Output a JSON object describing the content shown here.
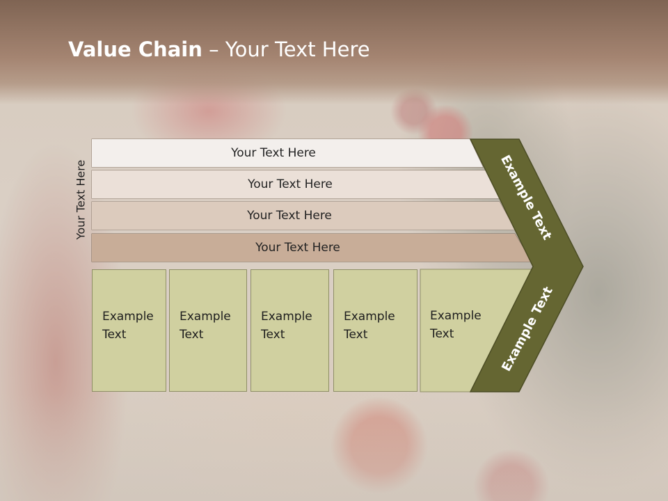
{
  "slide": {
    "title_bold": "Value Chain",
    "title_rest": " – Your Text Here",
    "side_label": "Your Text Here",
    "rows": [
      {
        "label": "Your Text Here"
      },
      {
        "label": "Your Text Here"
      },
      {
        "label": "Your Text Here"
      },
      {
        "label": "Your Text Here"
      }
    ],
    "boxes": [
      {
        "line1": "Example",
        "line2": "Text"
      },
      {
        "line1": "Example",
        "line2": "Text"
      },
      {
        "line1": "Example",
        "line2": "Text"
      },
      {
        "line1": "Example",
        "line2": "Text"
      },
      {
        "line1": "Example",
        "line2": "Text"
      }
    ],
    "chevron_top_label": "Example Text",
    "chevron_bottom_label": "Example Text"
  },
  "colors": {
    "chevron": "#656632",
    "box_fill": "#d0d0a0",
    "row1": "#f3efec",
    "row2": "#ebe0d8",
    "row3": "#dccbbd",
    "row4": "#c8ad98",
    "title": "#ffffff"
  }
}
